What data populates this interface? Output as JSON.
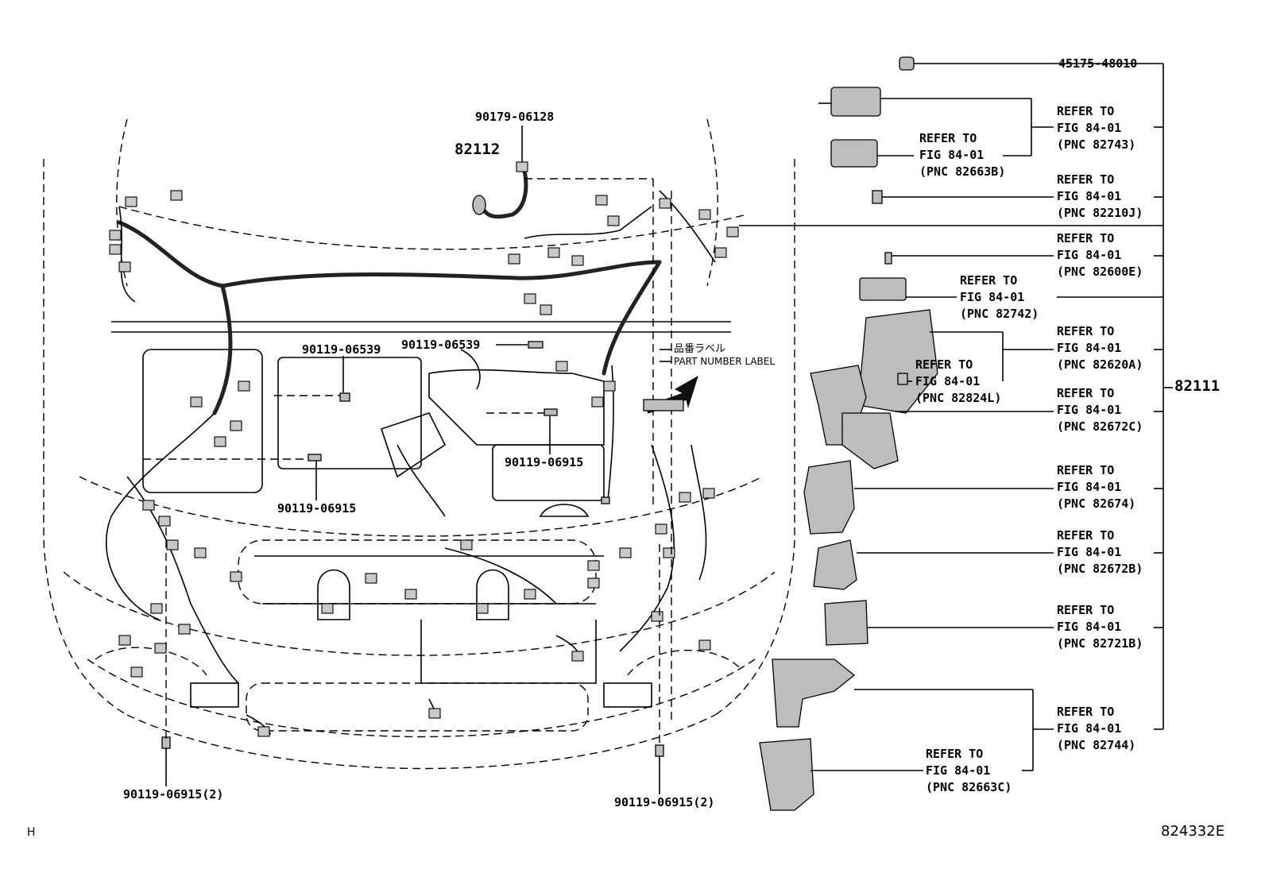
{
  "figure_id": "824332E",
  "corner_mark": "H",
  "main_part": "82111",
  "sub_part": "82112",
  "part_number_label": {
    "jp": "品番ラベル",
    "en": "PART NUMBER LABEL"
  },
  "fasteners": {
    "top": "90179-06128",
    "left_6539": "90119-06539",
    "right_6539": "90119-06539",
    "mid_6915": "90119-06915",
    "left_6915": "90119-06915",
    "bottom_left": "90119-06915(2)",
    "bottom_right": "90119-06915(2)"
  },
  "callouts": [
    {
      "id": "c1",
      "text": "45175-48010"
    },
    {
      "id": "c2",
      "text": "REFER TO\nFIG 84-01\n(PNC 82743)"
    },
    {
      "id": "c3",
      "text": "REFER TO\nFIG 84-01\n(PNC 82663B)"
    },
    {
      "id": "c4",
      "text": "REFER TO\nFIG 84-01\n(PNC 82210J)"
    },
    {
      "id": "c5",
      "text": "REFER TO\nFIG 84-01\n(PNC 82600E)"
    },
    {
      "id": "c6",
      "text": "REFER TO\nFIG 84-01\n(PNC 82742)"
    },
    {
      "id": "c7",
      "text": "REFER TO\nFIG 84-01\n(PNC 82620A)"
    },
    {
      "id": "c8",
      "text": "REFER TO\nFIG 84-01\n(PNC 82824L)"
    },
    {
      "id": "c9",
      "text": "REFER TO\nFIG 84-01\n(PNC 82672C)"
    },
    {
      "id": "c10",
      "text": "REFER TO\nFIG 84-01\n(PNC 82674)"
    },
    {
      "id": "c11",
      "text": "REFER TO\nFIG 84-01\n(PNC 82672B)"
    },
    {
      "id": "c12",
      "text": "REFER TO\nFIG 84-01\n(PNC 82721B)"
    },
    {
      "id": "c13",
      "text": "REFER TO\nFIG 84-01\n(PNC 82744)"
    },
    {
      "id": "c14",
      "text": "REFER TO\nFIG 84-01\n(PNC 82663C)"
    }
  ]
}
